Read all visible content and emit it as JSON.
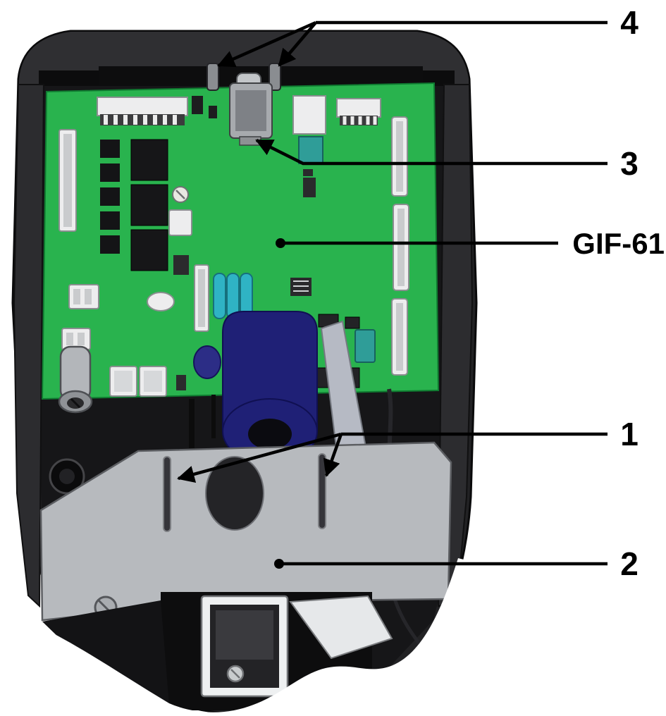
{
  "diagram": {
    "board_label": "GIF-61",
    "callouts": [
      {
        "label": "4"
      },
      {
        "label": "3"
      },
      {
        "label": "GIF-61"
      },
      {
        "label": "1"
      },
      {
        "label": "2"
      }
    ],
    "colors": {
      "housing": "#222224",
      "housing_inner": "#161618",
      "pcb": "#29b34e",
      "bracket": "#b7babe",
      "coil": "#1f2076",
      "capacitor": "#2fb3c4",
      "connector": "#ededee",
      "line": "#000000"
    }
  }
}
